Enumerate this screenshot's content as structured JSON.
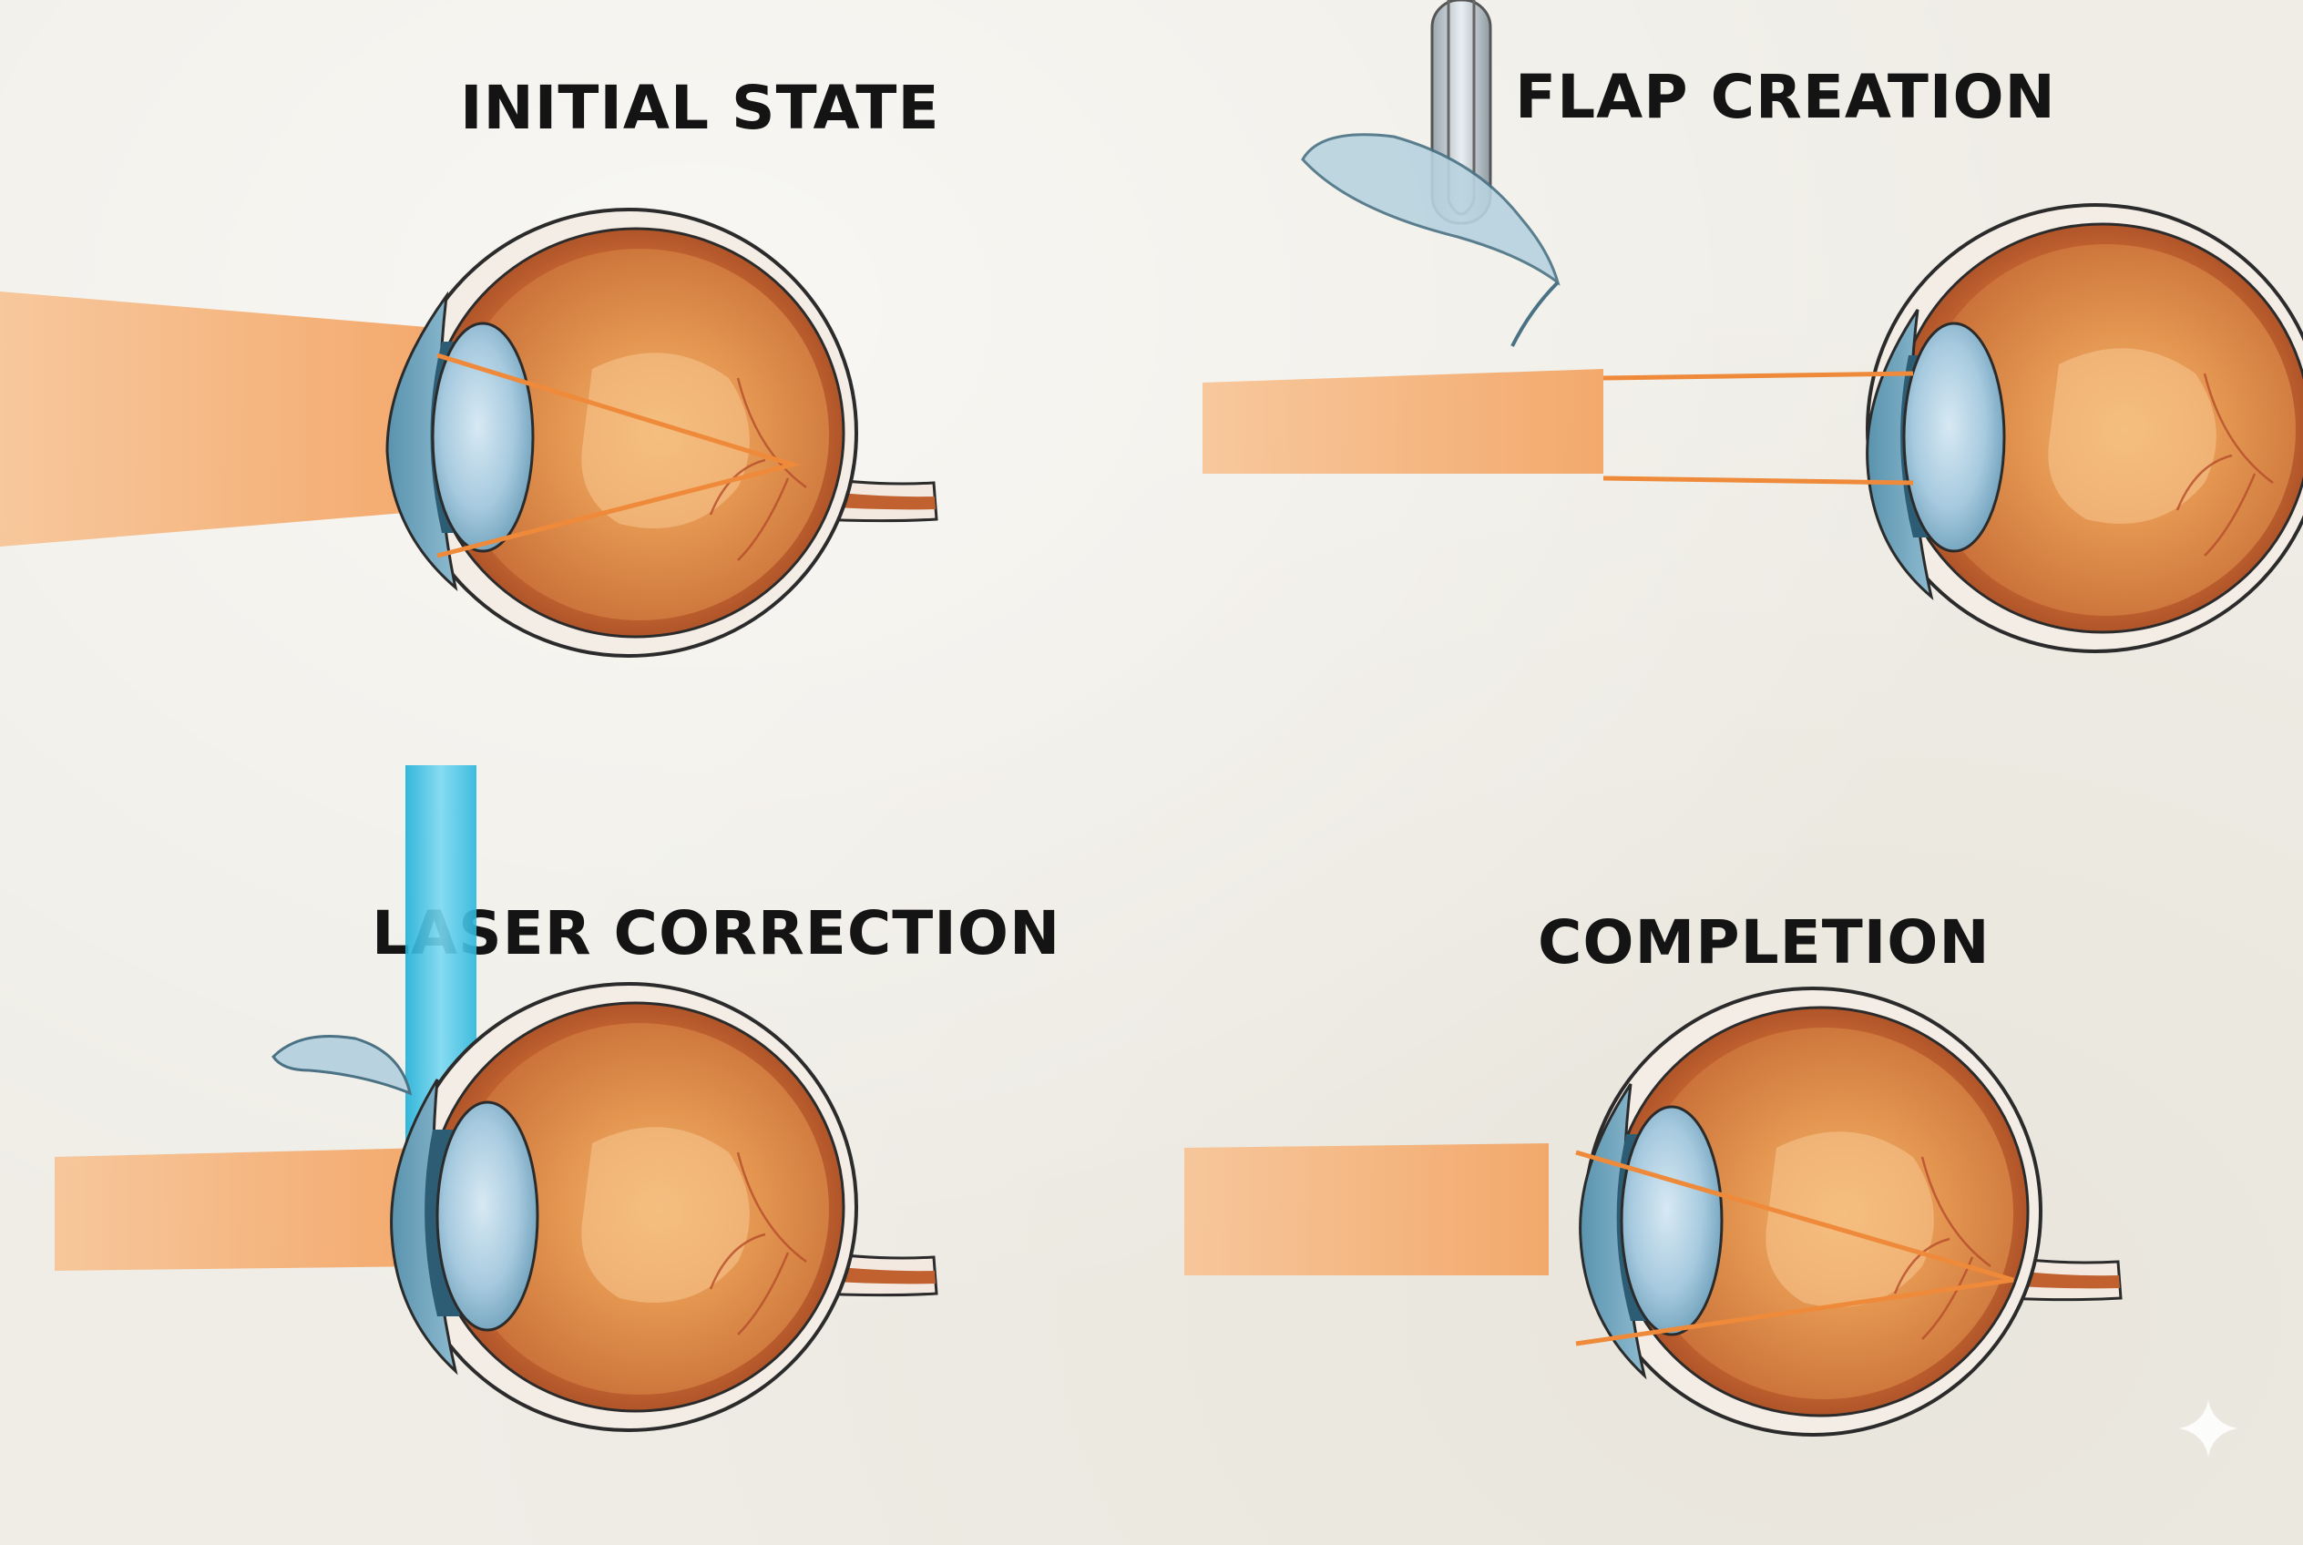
{
  "panels": [
    {
      "title": "INITIAL STATE"
    },
    {
      "title": "FLAP CREATION"
    },
    {
      "title": "LASER CORRECTION"
    },
    {
      "title": "COMPLETION"
    }
  ],
  "colors": {
    "background": "#efede6",
    "sclera": "#f4ede6",
    "choroid": "#b55a30",
    "vitreous": "#e0954f",
    "cornea_blue": "#6fa6c0",
    "lens_blue": "#a9cbe0",
    "light_beam": "#f6b47a",
    "laser": "#3cc3e6",
    "outline": "#2b2b2b"
  },
  "icons": {
    "corner_mark": "sparkle-icon",
    "instrument": "microkeratome-icon",
    "laser_beam": "laser-beam-icon"
  }
}
